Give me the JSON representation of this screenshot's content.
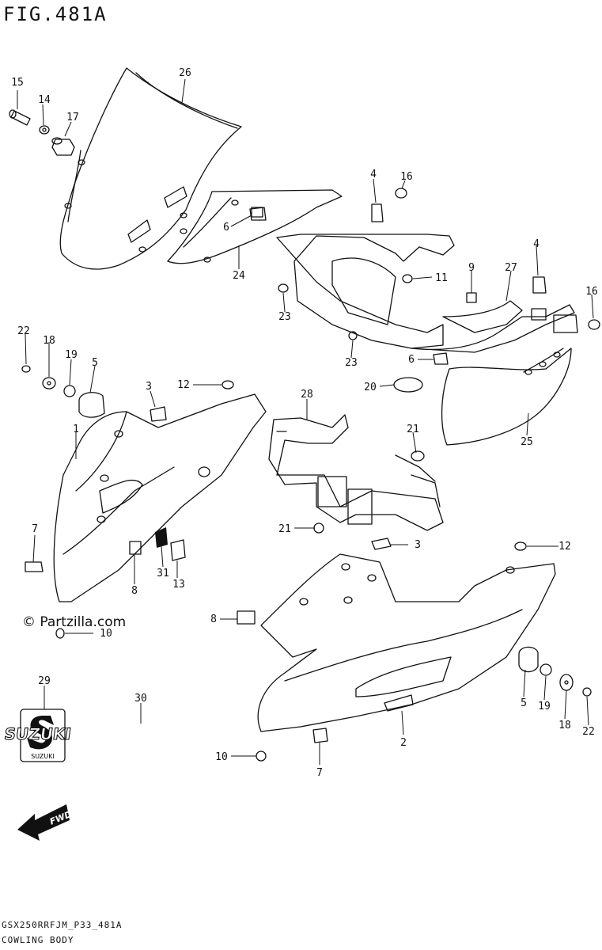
{
  "figure": {
    "title": "FIG.481A",
    "footer_code": "GSX250RRFJM_P33_481A",
    "footer_name": "COWLING BODY",
    "watermark": "© Partzilla.com"
  },
  "decals": {
    "emblem_text": "SUZUKI",
    "logo_text": "SUZUKI",
    "fwd_text": "FWD"
  },
  "callouts": [
    {
      "id": "c26",
      "text": "26"
    },
    {
      "id": "c15",
      "text": "15"
    },
    {
      "id": "c14",
      "text": "14"
    },
    {
      "id": "c17",
      "text": "17"
    },
    {
      "id": "c4a",
      "text": "4"
    },
    {
      "id": "c16a",
      "text": "16"
    },
    {
      "id": "c6a",
      "text": "6"
    },
    {
      "id": "c24",
      "text": "24"
    },
    {
      "id": "c11",
      "text": "11"
    },
    {
      "id": "c9",
      "text": "9"
    },
    {
      "id": "c27",
      "text": "27"
    },
    {
      "id": "c4b",
      "text": "4"
    },
    {
      "id": "c16b",
      "text": "16"
    },
    {
      "id": "c23a",
      "text": "23"
    },
    {
      "id": "c23b",
      "text": "23"
    },
    {
      "id": "c6b",
      "text": "6"
    },
    {
      "id": "c22a",
      "text": "22"
    },
    {
      "id": "c18a",
      "text": "18"
    },
    {
      "id": "c19a",
      "text": "19"
    },
    {
      "id": "c5a",
      "text": "5"
    },
    {
      "id": "c3a",
      "text": "3"
    },
    {
      "id": "c12a",
      "text": "12"
    },
    {
      "id": "c28",
      "text": "28"
    },
    {
      "id": "c20",
      "text": "20"
    },
    {
      "id": "c25",
      "text": "25"
    },
    {
      "id": "c1",
      "text": "1"
    },
    {
      "id": "c21a",
      "text": "21"
    },
    {
      "id": "c7a",
      "text": "7"
    },
    {
      "id": "c21b",
      "text": "21"
    },
    {
      "id": "c3b",
      "text": "3"
    },
    {
      "id": "c12b",
      "text": "12"
    },
    {
      "id": "c8a",
      "text": "8"
    },
    {
      "id": "c31",
      "text": "31"
    },
    {
      "id": "c13",
      "text": "13"
    },
    {
      "id": "c10a",
      "text": "10"
    },
    {
      "id": "c8b",
      "text": "8"
    },
    {
      "id": "c5b",
      "text": "5"
    },
    {
      "id": "c19b",
      "text": "19"
    },
    {
      "id": "c18b",
      "text": "18"
    },
    {
      "id": "c22b",
      "text": "22"
    },
    {
      "id": "c29",
      "text": "29"
    },
    {
      "id": "c30",
      "text": "30"
    },
    {
      "id": "c2",
      "text": "2"
    },
    {
      "id": "c10b",
      "text": "10"
    },
    {
      "id": "c7b",
      "text": "7"
    }
  ]
}
